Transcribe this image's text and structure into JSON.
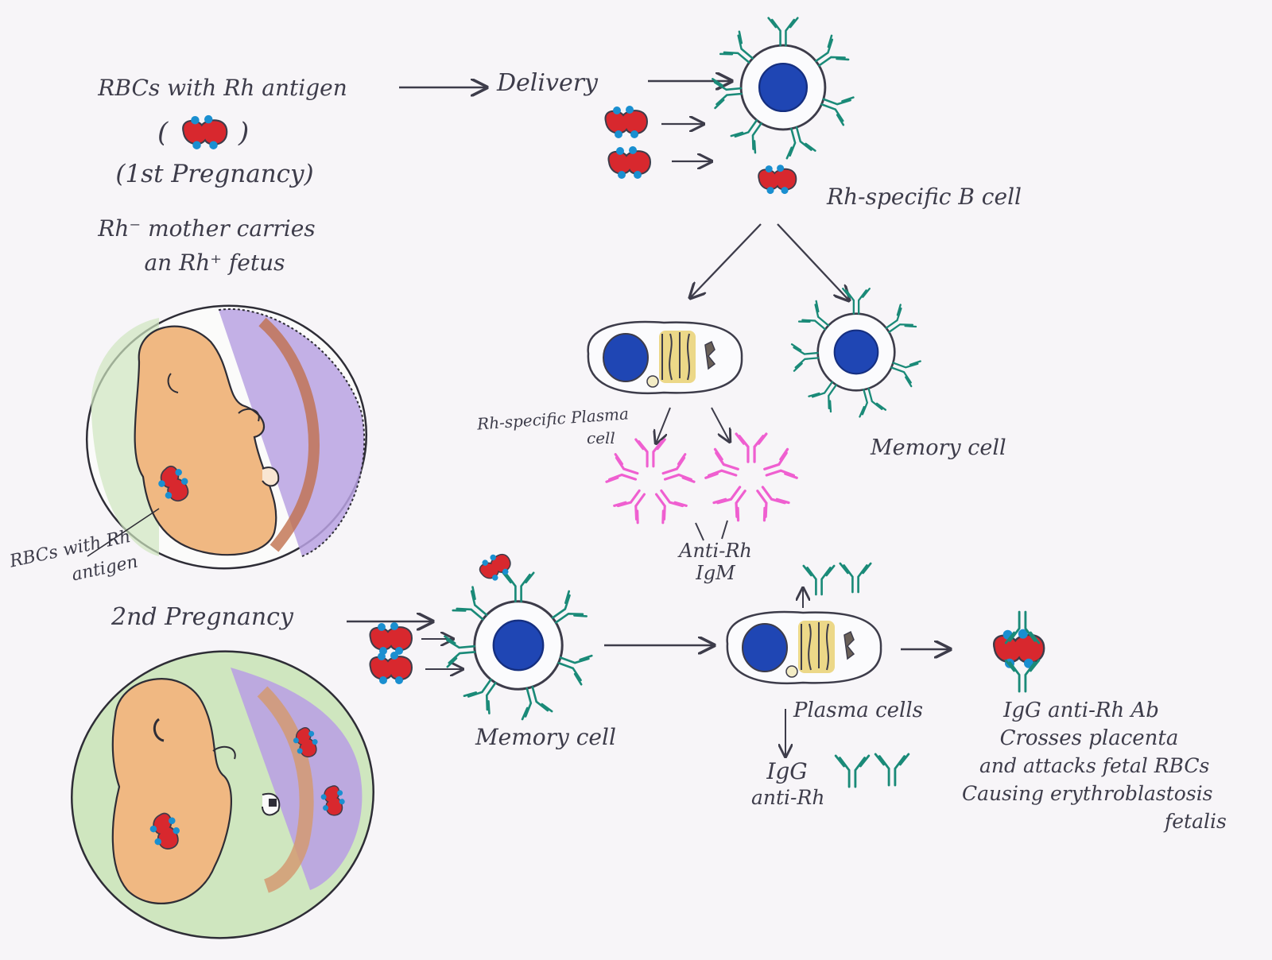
{
  "diagram": {
    "topic": "Rh incompatibility - erythroblastosis fetalis",
    "colors": {
      "paper": "#f7f5f8",
      "ink": "#3d3c4a",
      "rbc": "#d8282e",
      "antigen": "#1a8fd0",
      "nucleus": "#1f46b4",
      "antibody_igg": "#1a8a78",
      "antibody_igm": "#ef5fd0",
      "amniotic": "#cfe6bf",
      "fetus": "#f0b882",
      "placenta": "#a890d8",
      "cord": "#c0714e",
      "golgi": "#e8cf6a"
    },
    "first_pregnancy": {
      "line1": "RBCs with Rh antigen",
      "paren_open": "(",
      "paren_close": ")",
      "line2": "(1st Pregnancy)",
      "line3": "Rh⁻ mother carries",
      "line4": "an Rh⁺ fetus",
      "fetus_label_line1": "RBCs with Rh",
      "fetus_label_line2": "antigen"
    },
    "delivery": {
      "label": "Delivery"
    },
    "b_cell": {
      "label": "Rh-specific B cell"
    },
    "plasma_cell": {
      "label_line1": "Rh-specific Plasma",
      "label_line2": "cell"
    },
    "memory_cell_top": {
      "label": "Memory cell"
    },
    "igm": {
      "label_line1": "Anti-Rh",
      "label_line2": "IgM"
    },
    "second_pregnancy": {
      "label": "2nd Pregnancy"
    },
    "memory_cell_bottom": {
      "label": "Memory cell"
    },
    "plasma_cells_2": {
      "label": "Plasma cells"
    },
    "igg": {
      "label_line1": "IgG",
      "label_line2": "anti-Rh"
    },
    "outcome": {
      "line1": "IgG anti-Rh Ab",
      "line2": "Crosses placenta",
      "line3": "and attacks fetal RBCs",
      "line4": "Causing erythroblastosis",
      "line5": "fetalis"
    }
  }
}
